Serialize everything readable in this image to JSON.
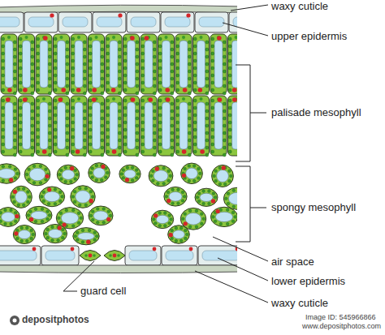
{
  "diagram": {
    "labels": [
      "waxy cuticle",
      "upper epidermis",
      "palisade mesophyll",
      "spongy mesophyll",
      "air space",
      "lower epidermis",
      "guard cell",
      "waxy cuticle",
      "depositphotos",
      "Image ID: 545966866",
      "www.depositphotos.com"
    ]
  }
}
